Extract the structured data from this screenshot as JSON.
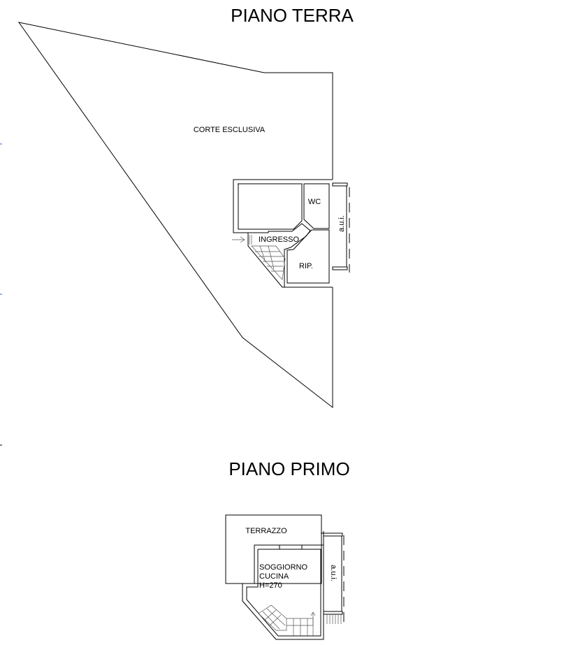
{
  "ground_floor": {
    "title": "PIANO TERRA",
    "labels": {
      "courtyard": "CORTE ESCLUSIVA",
      "wc": "WC",
      "entrance": "INGRESSO",
      "storage": "RIP.",
      "adjacent_unit": "a.u.i."
    }
  },
  "first_floor": {
    "title": "PIANO PRIMO",
    "labels": {
      "terrace": "TERRAZZO",
      "living_1": "SOGGIORNO",
      "living_2": "CUCINA",
      "height": "H=270",
      "adjacent_unit": "a.u.i."
    }
  }
}
